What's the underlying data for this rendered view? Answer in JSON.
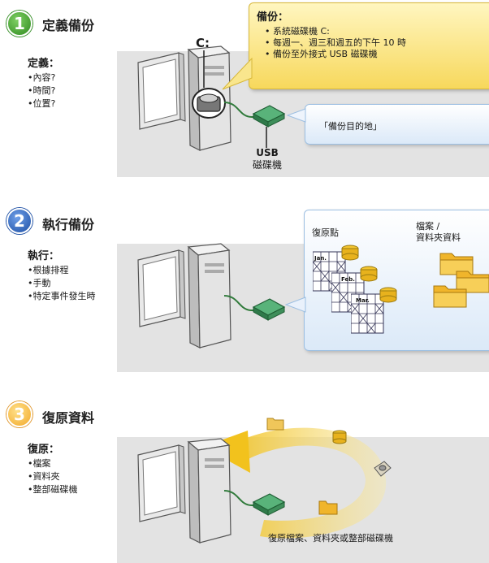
{
  "steps": [
    {
      "number": "1",
      "title": "定義備份",
      "label_head": "定義：",
      "label_items": [
        "內容?",
        "時間?",
        "位置?"
      ],
      "drive_letter": "C:",
      "callout_title": "備份：",
      "callout_items": [
        "系統磁碟機 C:",
        "每週一、週三和週五的下午 10 時",
        "備份至外接式 USB 磁碟機"
      ],
      "destination_label": "「備份目的地」",
      "usb_label_line1": "USB",
      "usb_label_line2": "磁碟機"
    },
    {
      "number": "2",
      "title": "執行備份",
      "label_head": "執行：",
      "label_items": [
        "根據排程",
        "手動",
        "特定事件發生時"
      ],
      "restore_points_label": "復原點",
      "files_label_line1": "檔案 /",
      "files_label_line2": "資料夾資料",
      "months": [
        "Jan.",
        "Feb.",
        "Mar."
      ]
    },
    {
      "number": "3",
      "title": "復原資料",
      "label_head": "復原：",
      "label_items": [
        "檔案",
        "資料夾",
        "整部磁碟機"
      ],
      "restore_caption": "復原檔案、資料夾或整部磁碟機"
    }
  ],
  "colors": {
    "step1_circle": "#3f9b2f",
    "step2_circle": "#2b5fb6",
    "step3_circle": "#f0b23a",
    "usb_drive": "#3e8e5a",
    "cable": "#2f7a3a",
    "arrow": "#f2c21d"
  }
}
